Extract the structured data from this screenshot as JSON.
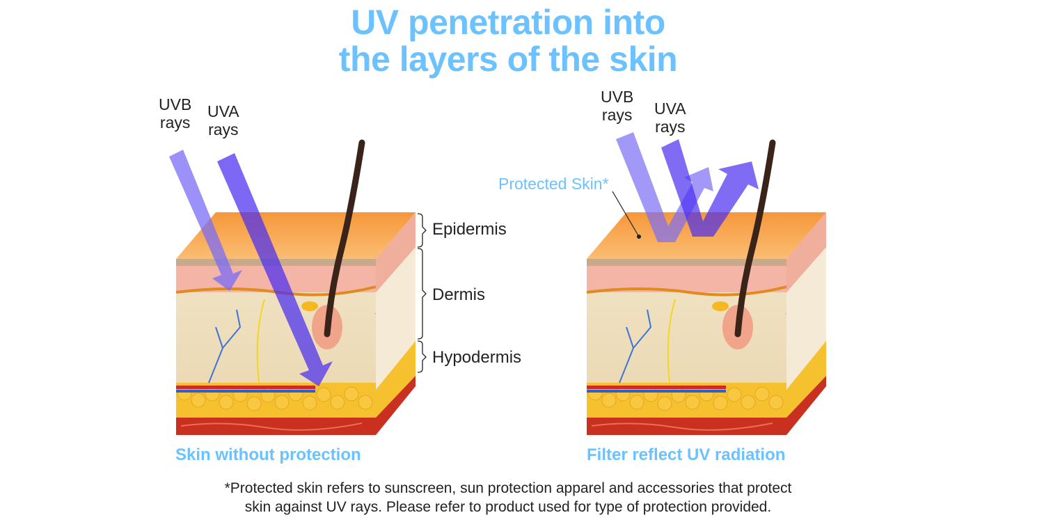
{
  "title": {
    "line1": "UV penetration into",
    "line2": "the layers of the skin"
  },
  "left_panel": {
    "uvb_label": {
      "line1": "UVB",
      "line2": "rays"
    },
    "uva_label": {
      "line1": "UVA",
      "line2": "rays"
    },
    "caption": "Skin without protection"
  },
  "right_panel": {
    "uvb_label": {
      "line1": "UVB",
      "line2": "rays"
    },
    "uva_label": {
      "line1": "UVA",
      "line2": "rays"
    },
    "protected_label": "Protected Skin*",
    "caption": "Filter reflect UV radiation"
  },
  "layers": {
    "epidermis": "Epidermis",
    "dermis": "Dermis",
    "hypodermis": "Hypodermis"
  },
  "footnote": {
    "line1": "*Protected skin refers to sunscreen, sun protection apparel and accessories that protect",
    "line2": "skin against UV rays. Please refer to product used for type of protection provided."
  },
  "colors": {
    "accent": "#6cc1ff",
    "uvb": "#7a6cf5",
    "uva": "#4a2ef0",
    "epidermis": "#f7a755"
  }
}
